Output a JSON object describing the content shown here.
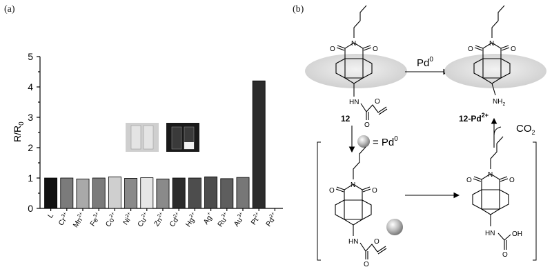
{
  "panel_a_label": "(a)",
  "panel_b_label": "(b)",
  "chart_data": {
    "type": "bar",
    "ylabel": "R/R",
    "ylabel_sub": "0",
    "ylim": [
      0,
      5
    ],
    "yticks": [
      "0",
      "1",
      "2",
      "3",
      "4",
      "5"
    ],
    "grid": false,
    "categories": [
      {
        "base": "L",
        "sup": ""
      },
      {
        "base": "Cr",
        "sup": "3+"
      },
      {
        "base": "Mn",
        "sup": "2+"
      },
      {
        "base": "Fe",
        "sup": "3+"
      },
      {
        "base": "Co",
        "sup": "2+"
      },
      {
        "base": "Ni",
        "sup": "2+"
      },
      {
        "base": "Cu",
        "sup": "2+"
      },
      {
        "base": "Zn",
        "sup": "2+"
      },
      {
        "base": "Cd",
        "sup": "2+"
      },
      {
        "base": "Hg",
        "sup": "2+"
      },
      {
        "base": "Ag",
        "sup": "+"
      },
      {
        "base": "Ru",
        "sup": "3+"
      },
      {
        "base": "Au",
        "sup": "3+"
      },
      {
        "base": "Pt",
        "sup": "2+"
      },
      {
        "base": "Pd",
        "sup": "2+"
      }
    ],
    "values": [
      1.0,
      1.0,
      0.97,
      1.0,
      1.04,
      0.99,
      1.01,
      0.97,
      1.0,
      1.0,
      1.04,
      0.98,
      1.02,
      4.2
    ],
    "bar_colors": [
      "#111111",
      "#7b7b7b",
      "#a9a9a9",
      "#7b7b7b",
      "#cfcfcf",
      "#8a8a8a",
      "#e6e6e6",
      "#8a8a8a",
      "#2c2c2c",
      "#4d4d4d",
      "#4d4d4d",
      "#5e5e5e",
      "#777777",
      "#2c2c2c",
      "#8f8f8f"
    ]
  },
  "scheme": {
    "compound_start": "12",
    "compound_product_base": "12-Pd",
    "compound_product_sup": "2+",
    "reagent_top": "Pd",
    "reagent_top_sup": "0",
    "legend_eq": "= Pd",
    "legend_eq_sup": "0",
    "byproduct": "CO",
    "byproduct_sub": "2",
    "atom_N": "N",
    "atom_O": "O",
    "atom_HN": "HN",
    "atom_NH2": "NH",
    "atom_NH2_sub": "2",
    "atom_OH": "OH"
  }
}
